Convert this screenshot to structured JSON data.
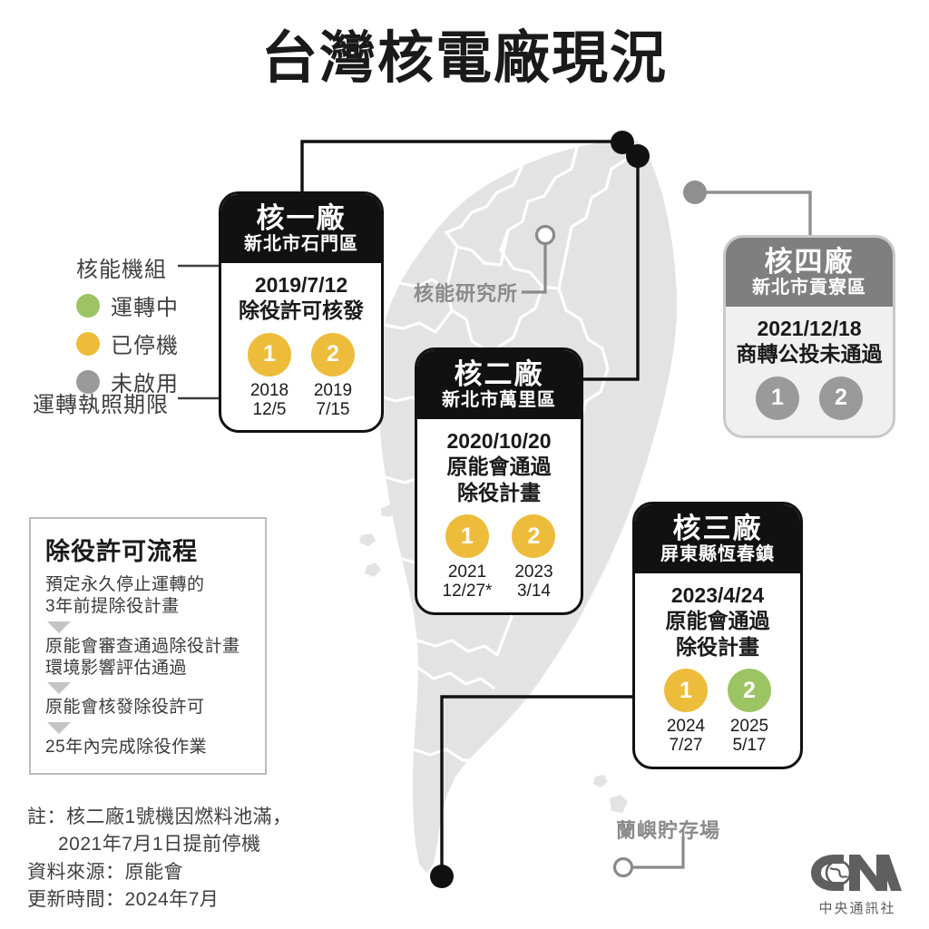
{
  "title": "台灣核電廠現況",
  "legend": {
    "title": "核能機組",
    "items": [
      {
        "label": "運轉中",
        "color": "#9dc463"
      },
      {
        "label": "已停機",
        "color": "#edbc3b"
      },
      {
        "label": "未啟用",
        "color": "#9a9a9a"
      }
    ],
    "license_label": "運轉執照期限"
  },
  "plants": [
    {
      "name": "核一廠",
      "location": "新北市石門區",
      "status": "2019/7/12\n除役許可核發",
      "theme": "dark",
      "units": [
        {
          "no": "1",
          "state": "已停機",
          "color": "#edbc3b",
          "license": "2018\n12/5"
        },
        {
          "no": "2",
          "state": "已停機",
          "color": "#edbc3b",
          "license": "2019\n7/15"
        }
      ]
    },
    {
      "name": "核二廠",
      "location": "新北市萬里區",
      "status": "2020/10/20\n原能會通過\n除役計畫",
      "theme": "dark",
      "units": [
        {
          "no": "1",
          "state": "已停機",
          "color": "#edbc3b",
          "license": "2021\n12/27*"
        },
        {
          "no": "2",
          "state": "已停機",
          "color": "#edbc3b",
          "license": "2023\n3/14"
        }
      ]
    },
    {
      "name": "核三廠",
      "location": "屏東縣恆春鎮",
      "status": "2023/4/24\n原能會通過\n除役計畫",
      "theme": "dark",
      "units": [
        {
          "no": "1",
          "state": "已停機",
          "color": "#edbc3b",
          "license": "2024\n7/27"
        },
        {
          "no": "2",
          "state": "運轉中",
          "color": "#9dc463",
          "license": "2025\n5/17"
        }
      ]
    },
    {
      "name": "核四廠",
      "location": "新北市貢寮區",
      "status": "2021/12/18\n商轉公投未通過",
      "theme": "grey",
      "units": [
        {
          "no": "1",
          "state": "未啟用",
          "color": "#9a9a9a",
          "license": ""
        },
        {
          "no": "2",
          "state": "未啟用",
          "color": "#9a9a9a",
          "license": ""
        }
      ]
    }
  ],
  "map_labels": {
    "research_institute": "核能研究所",
    "orchid_island_storage": "蘭嶼貯存場"
  },
  "process": {
    "title": "除役許可流程",
    "steps": [
      "預定永久停止運轉的\n3年前提除役計畫",
      "原能會審查通過除役計畫\n環境影響評估通過",
      "原能會核發除役許可",
      "25年內完成除役作業"
    ]
  },
  "notes": {
    "note_line1": "註：核二廠1號機因燃料池滿，",
    "note_line2": "2021年7月1日提前停機",
    "source": "資料來源：原能會",
    "updated": "更新時間：2024年7月"
  },
  "logo": {
    "mark": "CNA",
    "name": "中央通訊社"
  }
}
